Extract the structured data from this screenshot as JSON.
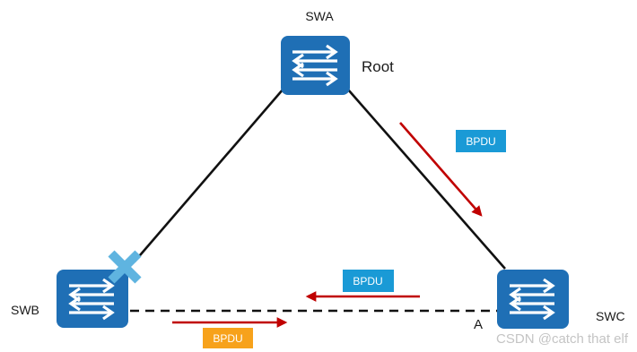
{
  "diagram": {
    "switches": {
      "swa": {
        "name": "SWA",
        "role": "Root"
      },
      "swb": {
        "name": "SWB"
      },
      "swc": {
        "name": "SWC",
        "port": "A"
      }
    },
    "messages": {
      "a_to_c": "BPDU",
      "c_to_b": "BPDU",
      "b_to_c": "BPDU"
    },
    "colors": {
      "switch_fill": "#1f6fb5",
      "link": "#111111",
      "arrow": "#c00000",
      "badge_blue": "#1a9ad6",
      "badge_orange": "#f7a21b",
      "failure_mark": "#5fb4e0"
    }
  },
  "watermark": "CSDN @catch that elf"
}
